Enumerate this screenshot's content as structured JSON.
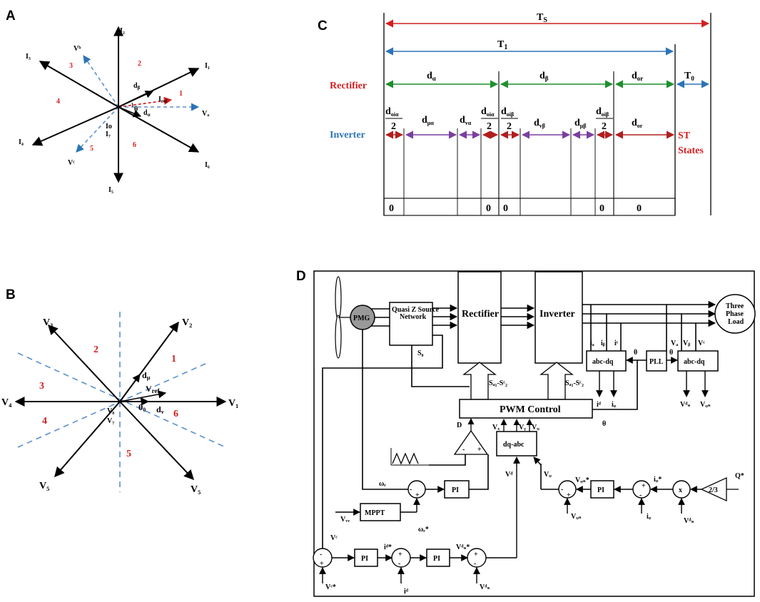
{
  "panels": {
    "a": "A",
    "b": "B",
    "c": "C",
    "d": "D"
  },
  "panel_a": {
    "vectors": {
      "i1": "I₁",
      "i2": "I₂",
      "i3": "I₃",
      "i4": "I₄",
      "i5": "I₅",
      "i6": "I₆",
      "va": "Vₐ",
      "vb": "Vᵇ",
      "vc": "Vᶜ",
      "iref": "I",
      "iref_sub": "ref",
      "io": "Io",
      "i7": "I₇",
      "theta": "θ",
      "d_beta": "d",
      "d_beta_sub": "β",
      "d_alpha": "d",
      "d_alpha_sub": "α"
    },
    "sectors": [
      "1",
      "2",
      "3",
      "4",
      "5",
      "6"
    ]
  },
  "panel_b": {
    "vectors": {
      "v1": "V₁",
      "v2": "V₂",
      "v3": "V₃",
      "v4": "V₄",
      "v5a": "V₅",
      "v5b": "V₅",
      "vref": "V",
      "vref_sub": "ref",
      "v0": "V₀",
      "v7": "V₇",
      "theta": "θ",
      "theta_sub": "0",
      "d_mu": "d",
      "d_mu_sub": "μ",
      "d_v": "d",
      "d_v_sub": "v"
    },
    "sectors": [
      "1",
      "2",
      "3",
      "4",
      "5",
      "6"
    ]
  },
  "panel_c": {
    "ts": "T",
    "ts_sub": "S",
    "t1": "T",
    "t1_sub": "1",
    "to": "T",
    "to_sub": "0",
    "rectifier": "Rectifier",
    "inverter": "Inverter",
    "st_states": [
      "ST",
      "States"
    ],
    "d_alpha": "d",
    "d_alpha_sub": "α",
    "d_beta": "d",
    "d_beta_sub": "β",
    "d_or": "d",
    "d_or_sub": "or",
    "inv_segments": [
      {
        "num": "d",
        "sub": "oiα",
        "den": "2"
      },
      {
        "num": "d",
        "sub": "μα"
      },
      {
        "num": "d",
        "sub": "vα"
      },
      {
        "num": "d",
        "sub": "oiα",
        "den": "2"
      },
      {
        "num": "d",
        "sub": "oiβ",
        "den": "2"
      },
      {
        "num": "d",
        "sub": "vβ"
      },
      {
        "num": "d",
        "sub": "μβ"
      },
      {
        "num": "d",
        "sub": "oiβ",
        "den": "2"
      },
      {
        "num": "d",
        "sub": "or"
      }
    ],
    "zeros": [
      "0",
      "0",
      "0",
      "0",
      "0"
    ]
  },
  "panel_d": {
    "pmg": "PMG",
    "qzs": [
      "Quasi Z Source",
      "Network"
    ],
    "rectifier": "Rectifier",
    "inverter": "Inverter",
    "load": [
      "Three",
      "Phase",
      "Load"
    ],
    "abc_dq": "abc-dq",
    "pll": "PLL",
    "pwm": "PWM Control",
    "dq_abc": "dq-abc",
    "mppt": "MPPT",
    "pi": "PI",
    "gain": "2/3",
    "s0": "S₀",
    "sa1_sc2": "Sₐ₁-Sᶜ₂",
    "sA1_sC2": "Sₐ₁-Sᶜ₂",
    "ia": "iₐ",
    "ib": "iᵦ",
    "ic": "iᶜ",
    "va": "Vₐ",
    "vb": "Vᵦ",
    "vc_meas": "Vᶜ",
    "id": "iᵈ",
    "iq": "iᵩ",
    "vds": "Vᵈₛ",
    "vqs": "Vᵩₛ",
    "theta": "θ",
    "D": "D",
    "vx": "Vₓ",
    "vy": "Vᵧ",
    "vz": "Vᵩ",
    "vd": "Vᵈ",
    "vq": "Vᵩ",
    "wr": "ωᵣ",
    "wr_star": "ωᵣ*",
    "vw": "Vᵥᵥ",
    "vqs_star": "Vᵩₛ*",
    "iq_star": "iᵩ*",
    "qstar": "Q*",
    "x": "x",
    "vc": "Vᶜ",
    "vc_star": "Vᶜ*",
    "id_star": "iᵈ*",
    "vds_star": "Vᵈₛ*",
    "minus": "-",
    "plus": "+"
  }
}
